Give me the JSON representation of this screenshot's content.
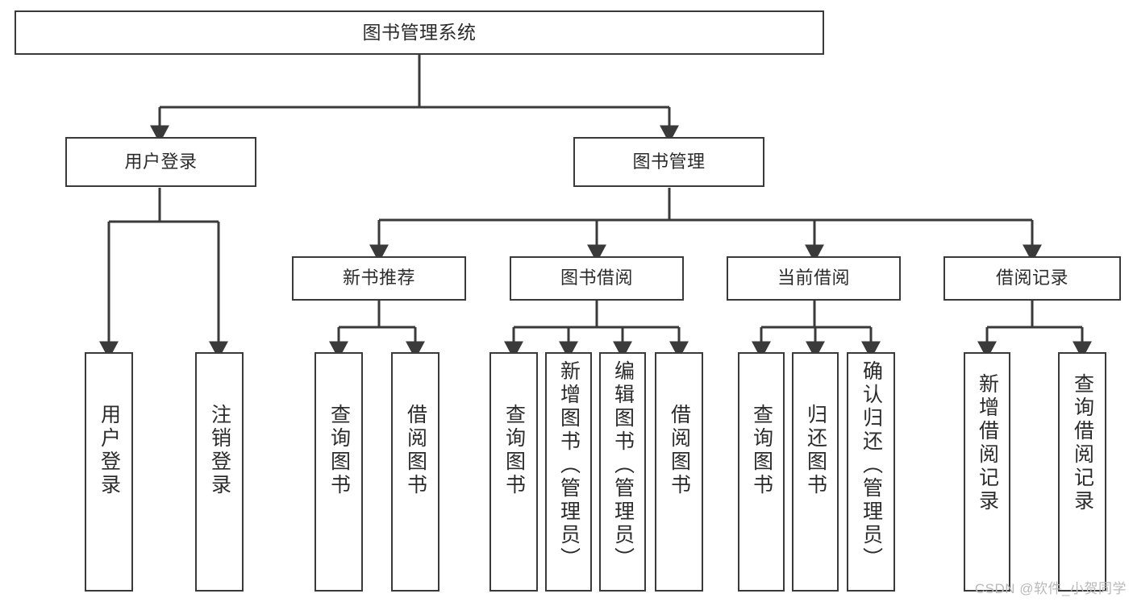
{
  "diagram": {
    "title": "图书管理系统",
    "type": "tree",
    "colors": {
      "box_border": "#3a3a3a",
      "box_fill": "#ffffff",
      "text": "#2b2b2b",
      "connector": "#3a3a3a",
      "watermark": "#b9b9b9"
    },
    "root": {
      "label": "图书管理系统"
    },
    "level2": [
      {
        "label": "用户登录"
      },
      {
        "label": "图书管理"
      }
    ],
    "level3": [
      {
        "label": "新书推荐"
      },
      {
        "label": "图书借阅"
      },
      {
        "label": "当前借阅"
      },
      {
        "label": "借阅记录"
      }
    ],
    "leaves": {
      "user_login": [
        {
          "label": "用户登录"
        },
        {
          "label": "注销登录"
        }
      ],
      "new_book": [
        {
          "label": "查询图书"
        },
        {
          "label": "借阅图书"
        }
      ],
      "book_borrow": [
        {
          "label": "查询图书"
        },
        {
          "label": "新增图书（管理员）"
        },
        {
          "label": "编辑图书（管理员）"
        },
        {
          "label": "借阅图书"
        }
      ],
      "current_borrow": [
        {
          "label": "查询图书"
        },
        {
          "label": "归还图书"
        },
        {
          "label": "确认归还（管理员）"
        }
      ],
      "borrow_record": [
        {
          "label": "新增借阅记录"
        },
        {
          "label": "查询借阅记录"
        }
      ]
    }
  },
  "watermark": {
    "text": "CSDN @软件_小贺同学"
  }
}
